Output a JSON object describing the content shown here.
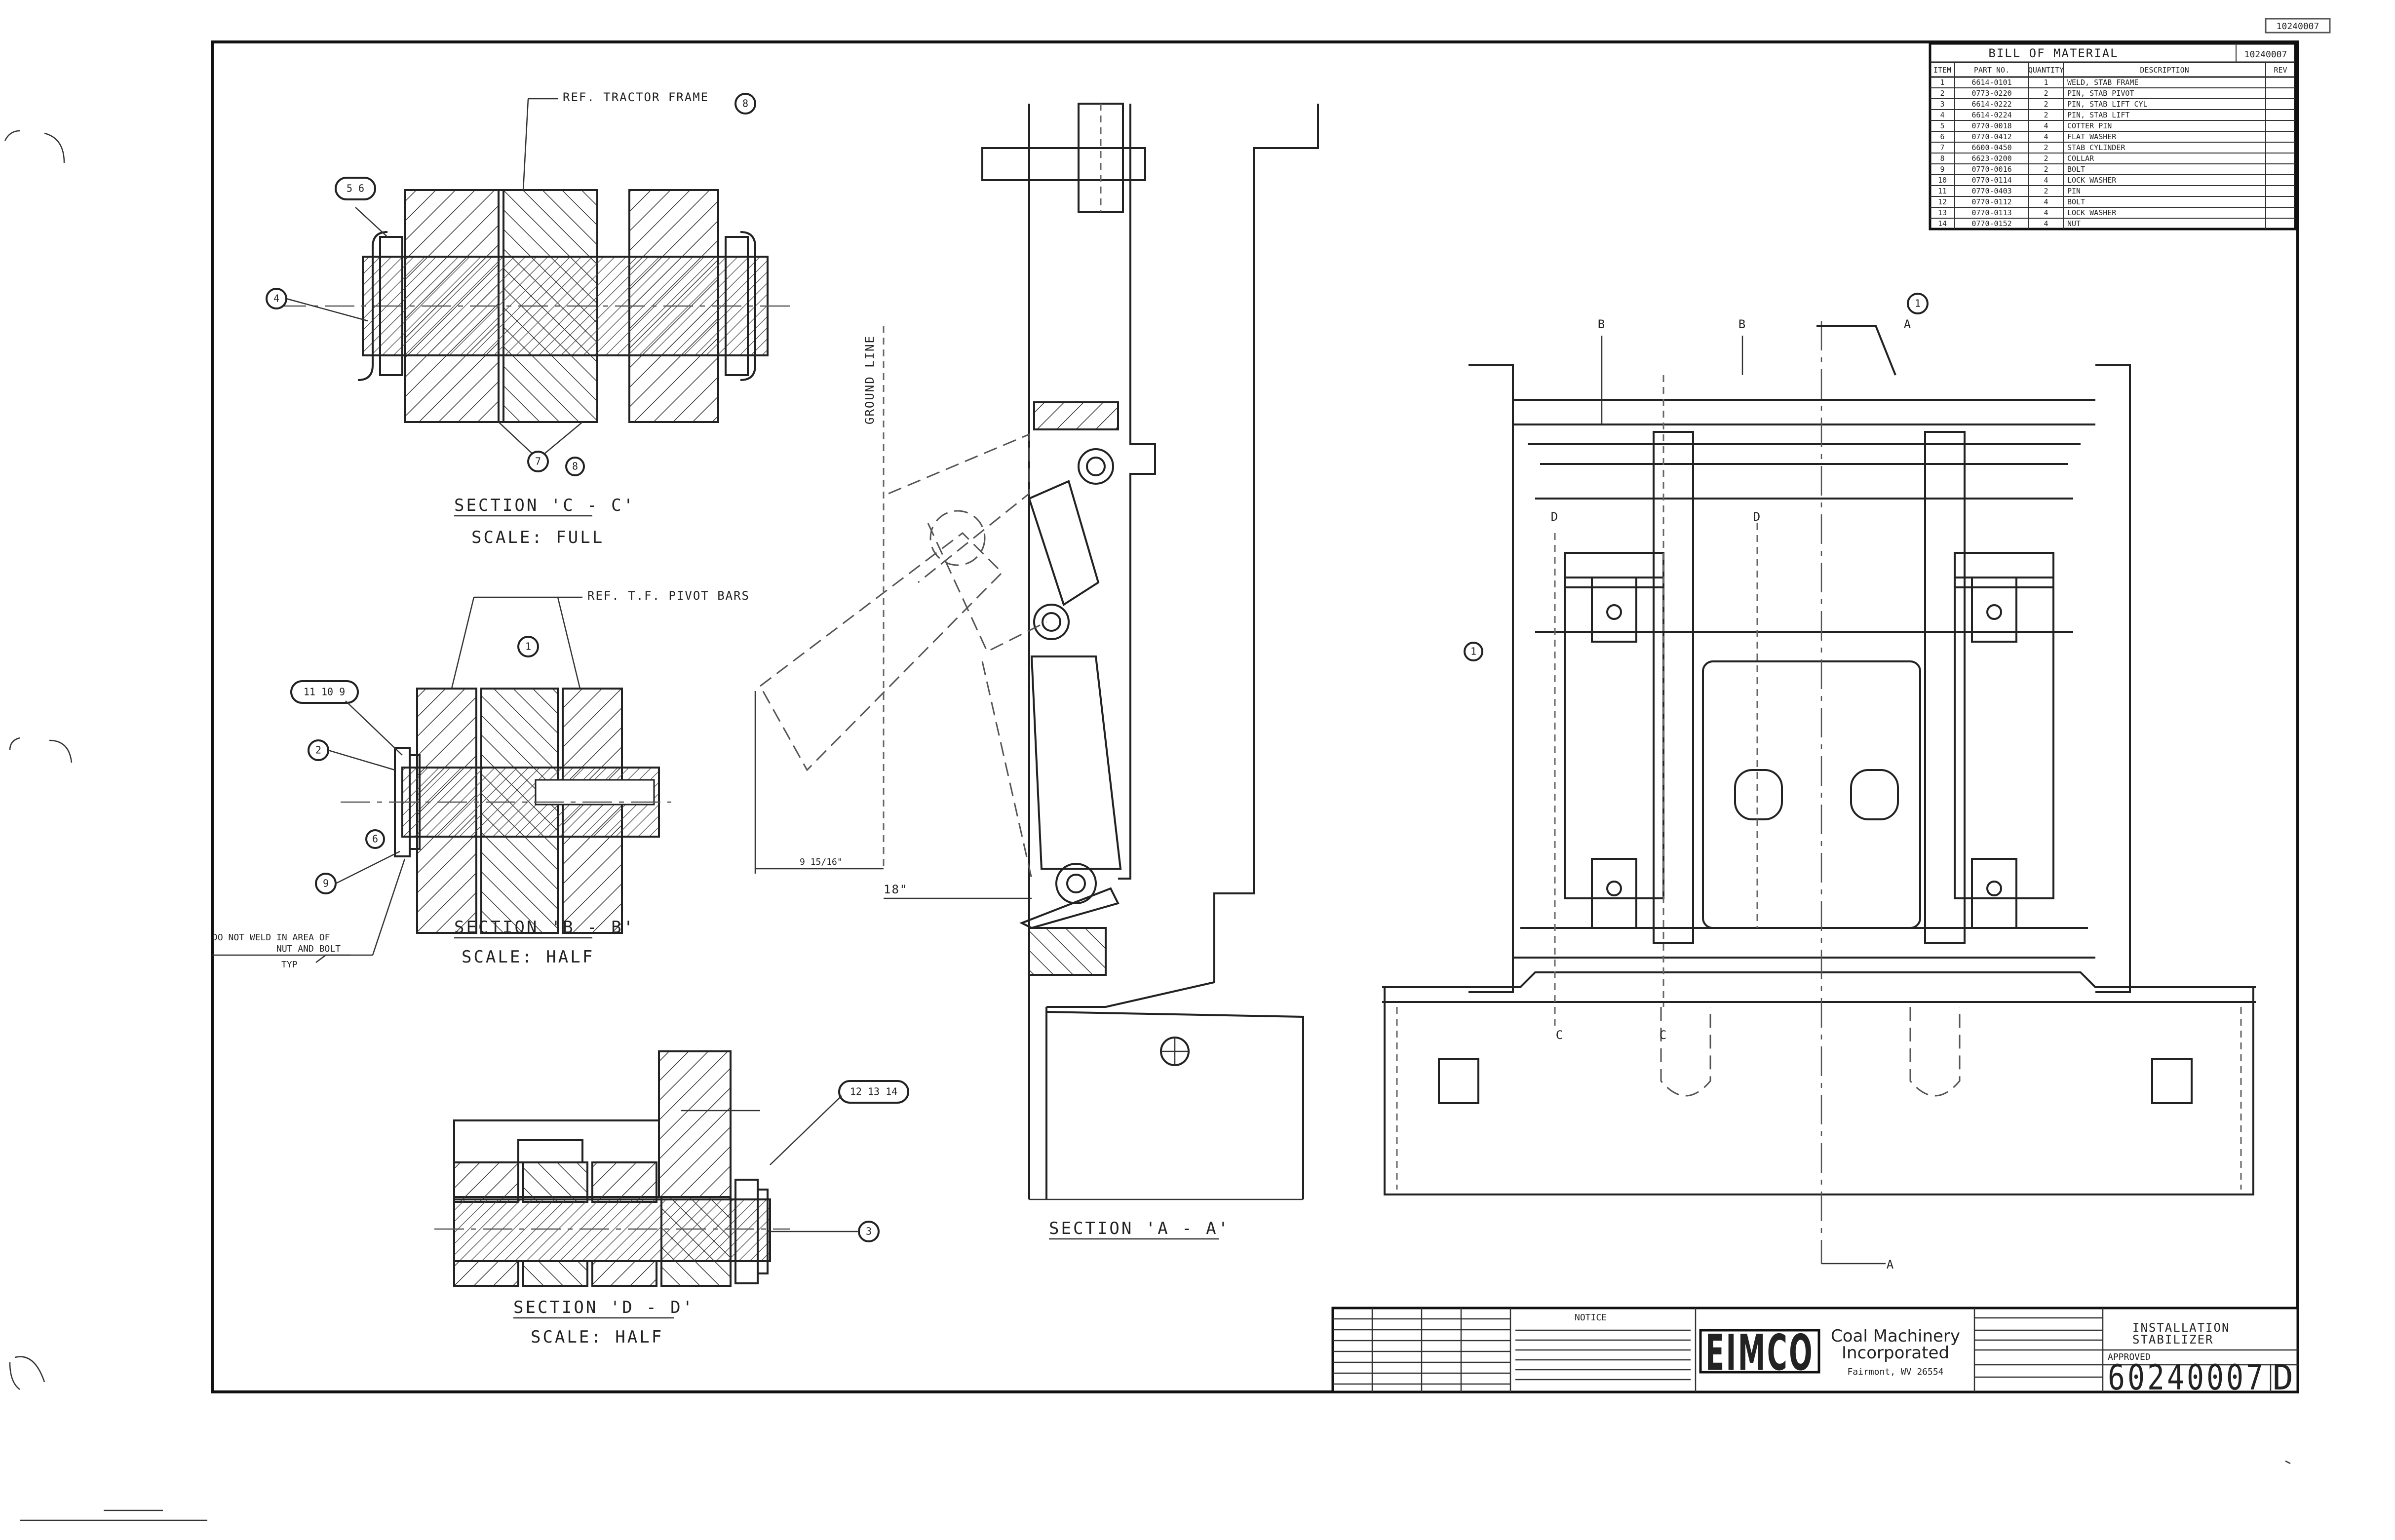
{
  "bom": {
    "title": "BILL OF MATERIAL",
    "header_ref": "10240007",
    "columns": [
      "ITEM",
      "PART NO.",
      "QUANTITY",
      "DESCRIPTION",
      "REV"
    ],
    "rows": [
      {
        "item": "1",
        "part": "6614-0101",
        "qty": "1",
        "desc": "WELD, STAB FRAME"
      },
      {
        "item": "2",
        "part": "0773-0220",
        "qty": "2",
        "desc": "PIN, STAB PIVOT"
      },
      {
        "item": "3",
        "part": "6614-0222",
        "qty": "2",
        "desc": "PIN, STAB LIFT CYL"
      },
      {
        "item": "4",
        "part": "6614-0224",
        "qty": "2",
        "desc": "PIN, STAB LIFT"
      },
      {
        "item": "5",
        "part": "0770-0018",
        "qty": "4",
        "desc": "COTTER PIN"
      },
      {
        "item": "6",
        "part": "0770-0412",
        "qty": "4",
        "desc": "FLAT WASHER"
      },
      {
        "item": "7",
        "part": "6600-0450",
        "qty": "2",
        "desc": "STAB CYLINDER"
      },
      {
        "item": "8",
        "part": "6623-0200",
        "qty": "2",
        "desc": "COLLAR"
      },
      {
        "item": "9",
        "part": "0770-0016",
        "qty": "2",
        "desc": "BOLT"
      },
      {
        "item": "10",
        "part": "0770-0114",
        "qty": "4",
        "desc": "LOCK WASHER"
      },
      {
        "item": "11",
        "part": "0770-0403",
        "qty": "2",
        "desc": "PIN"
      },
      {
        "item": "12",
        "part": "0770-0112",
        "qty": "4",
        "desc": "BOLT"
      },
      {
        "item": "13",
        "part": "0770-0113",
        "qty": "4",
        "desc": "LOCK WASHER"
      },
      {
        "item": "14",
        "part": "0770-0152",
        "qty": "4",
        "desc": "NUT"
      }
    ]
  },
  "views": {
    "section_c": {
      "title": "SECTION 'C - C'",
      "scale": "SCALE: FULL",
      "ref": "REF. TRACTOR FRAME",
      "ref_item": "8"
    },
    "section_b": {
      "title": "SECTION 'B - B'",
      "scale": "SCALE: HALF",
      "ref": "REF. T.F. PIVOT BARS",
      "weld_note_1": "DO NOT WELD IN AREA OF",
      "weld_note_2": "NUT AND BOLT",
      "weld_typ": "TYP"
    },
    "section_d": {
      "title": "SECTION 'D - D'",
      "scale": "SCALE: HALF"
    },
    "section_a": {
      "title": "SECTION 'A - A'",
      "ground_line": "GROUND LINE",
      "dim_1": "9 15/16\"",
      "dim_2": "18\""
    }
  },
  "section_marks": [
    "B",
    "B",
    "A",
    "D",
    "D",
    "C",
    "C",
    "A"
  ],
  "item_numbers": {
    "c_top": "5 6",
    "c_left": "4",
    "c_bottom": "7",
    "c_bottom2": "8",
    "b_top": "11 10 9",
    "b_ref": "1",
    "b_left1": "2",
    "b_left2": "6",
    "b_left3": "9",
    "d_top": "12 13 14",
    "d_right": "3",
    "main_top": "1",
    "main_left": "1"
  },
  "title_block": {
    "company_logo": "EIMCO",
    "company_line1": "Coal Machinery",
    "company_line2": "Incorporated",
    "company_line3": "Fairmont, WV 26554",
    "notice": "NOTICE",
    "drawing_number": "60240007",
    "revision": "D",
    "drawing_title_1": "INSTALLATION",
    "drawing_title_2": "STABILIZER",
    "approved_label": "APPROVED"
  },
  "corner_stamp": "10240007"
}
